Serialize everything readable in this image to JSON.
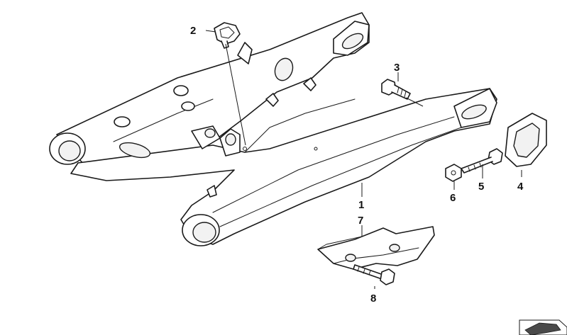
{
  "callouts": [
    {
      "id": "1",
      "label": "1"
    },
    {
      "id": "2",
      "label": "2"
    },
    {
      "id": "3",
      "label": "3"
    },
    {
      "id": "4",
      "label": "4"
    },
    {
      "id": "5",
      "label": "5"
    },
    {
      "id": "6",
      "label": "6"
    },
    {
      "id": "7",
      "label": "7"
    },
    {
      "id": "8",
      "label": "8"
    }
  ],
  "colors": {
    "line": "#1a1a1a",
    "fill": "#ffffff",
    "text": "#111111"
  },
  "icons": {
    "corner": "swingarm-thumbnail-icon"
  }
}
